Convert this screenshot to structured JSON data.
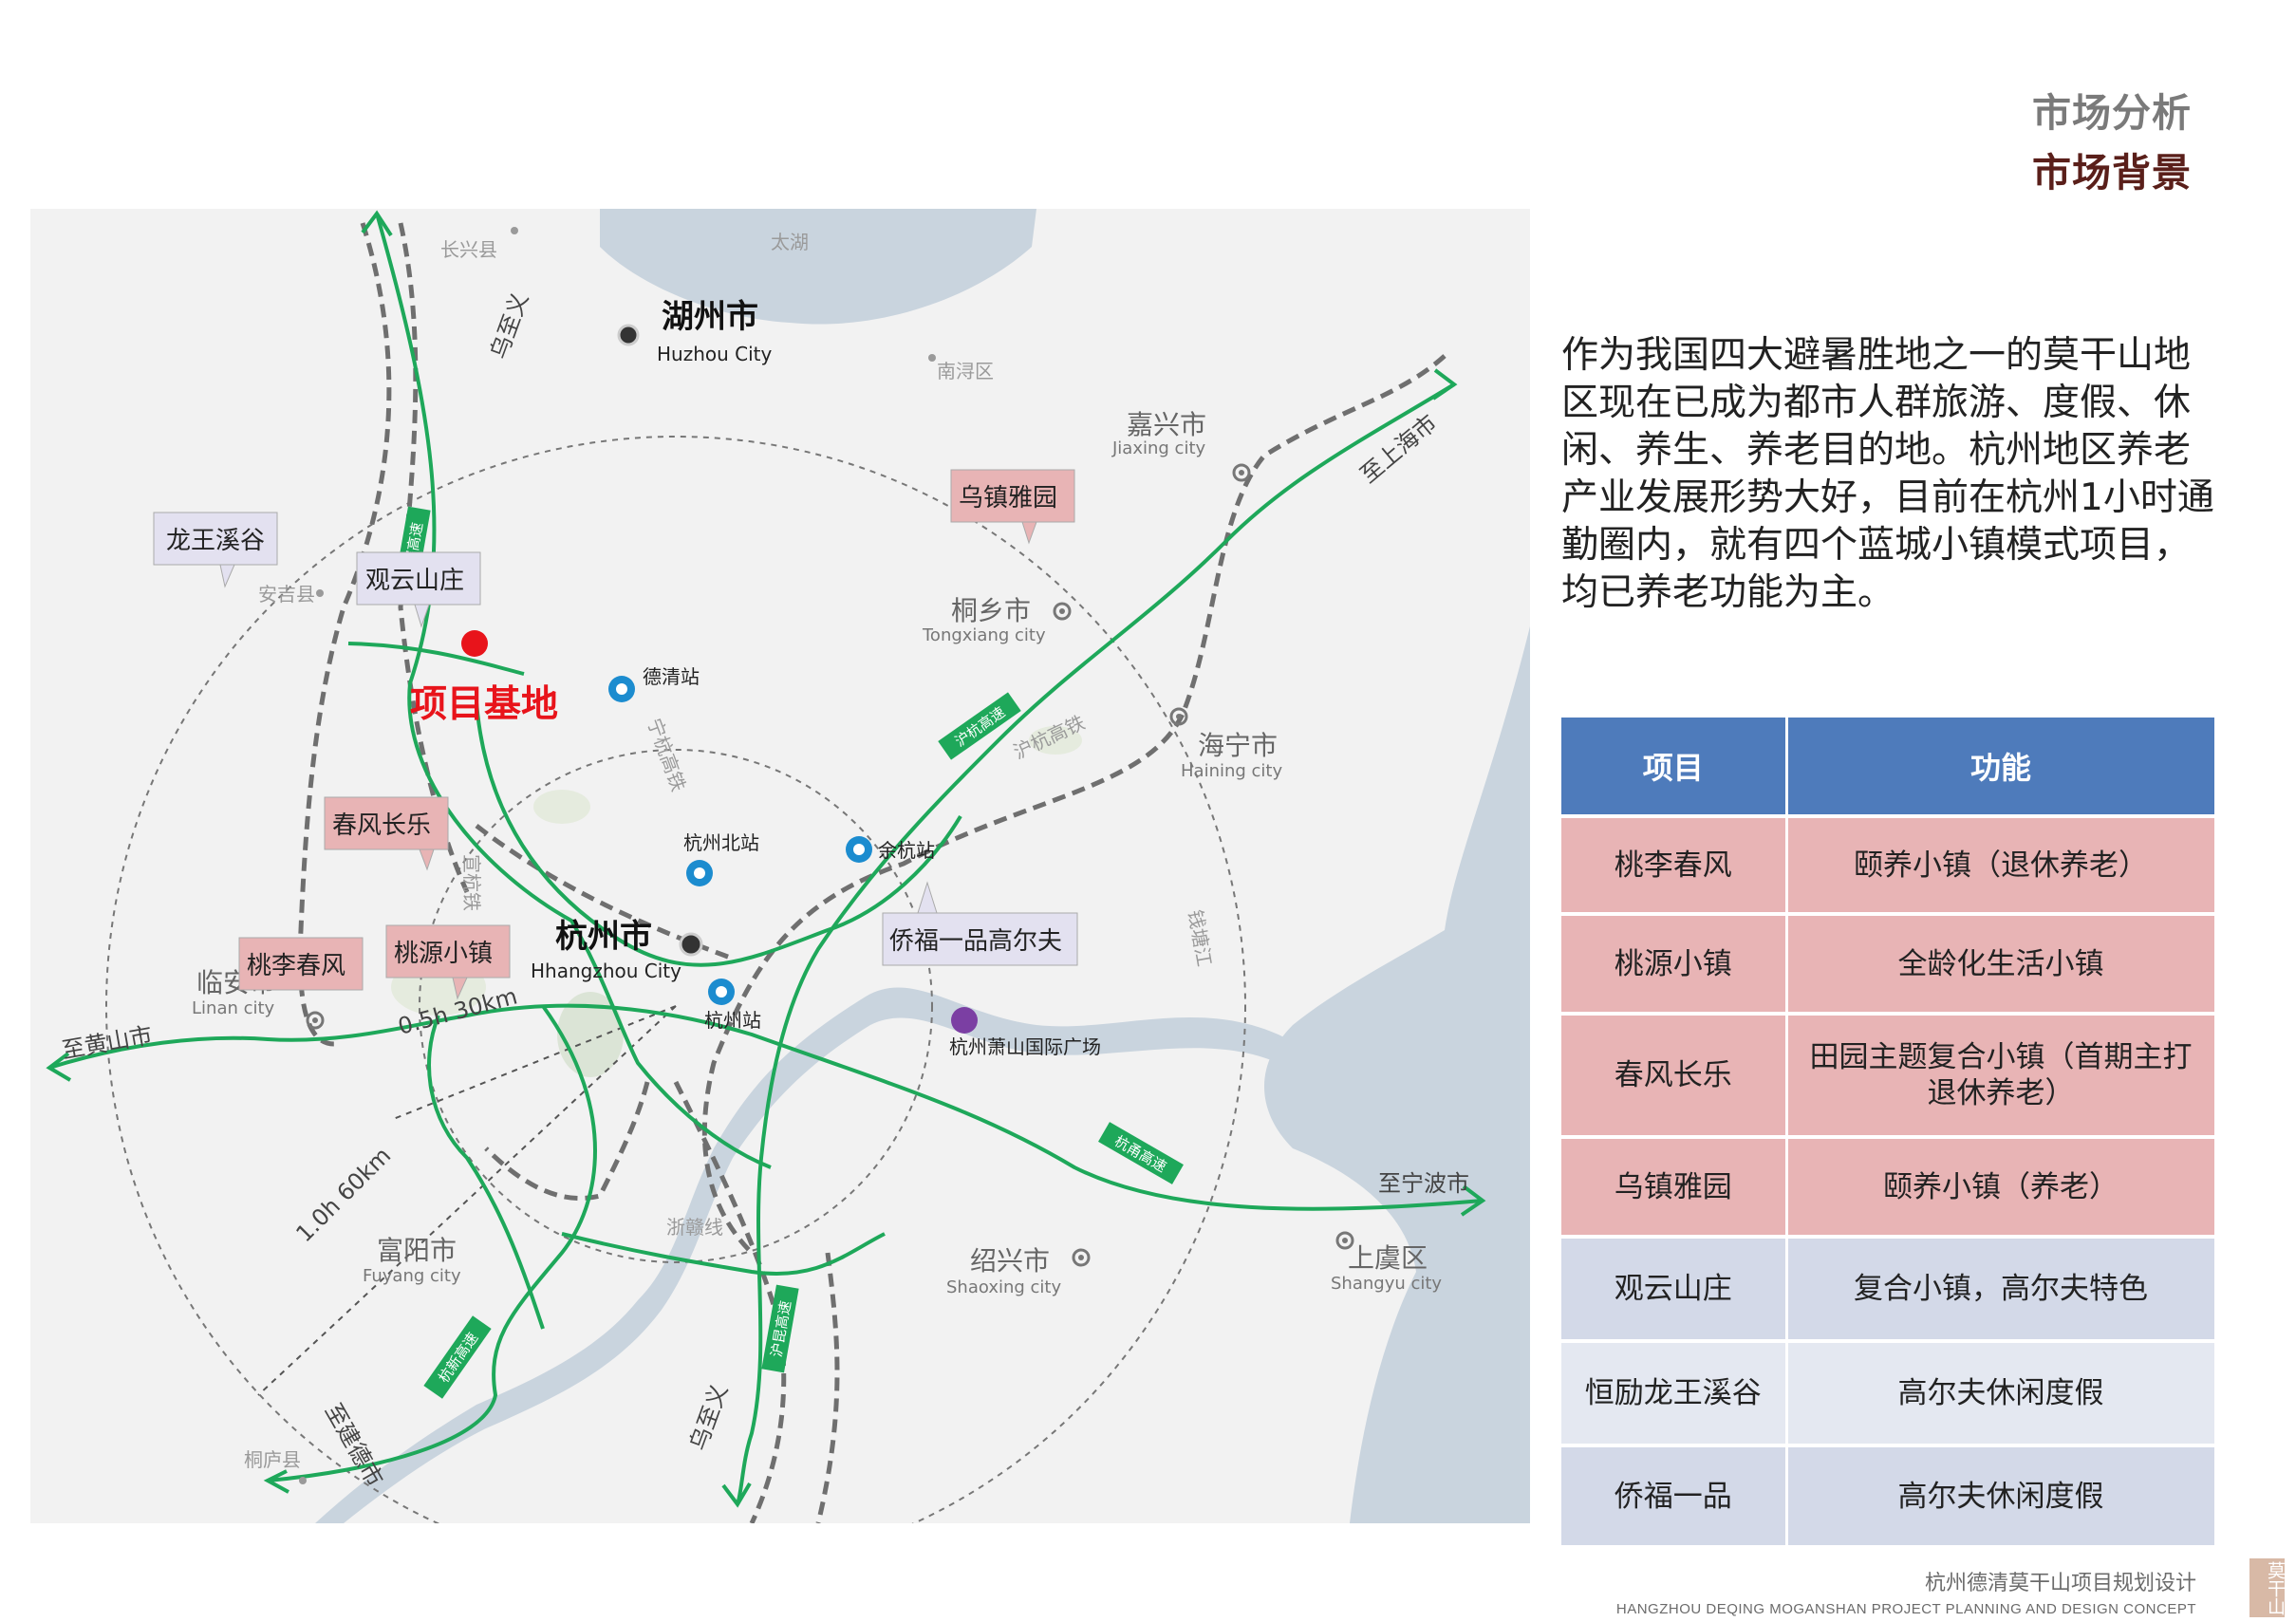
{
  "header": {
    "section": "市场分析",
    "subsection": "市场背景"
  },
  "paragraph": "作为我国四大避暑胜地之一的莫干山地区现在已成为都市人群旅游、度假、休闲、养生、养老目的地。杭州地区养老产业发展形势大好，目前在杭州1小时通勤圈内，就有四个蓝城小镇模式项目，均已养老功能为主。",
  "table": {
    "headers": [
      "项目",
      "功能"
    ],
    "rows": [
      {
        "name": "桃李春风",
        "func": "颐养小镇（退休养老）",
        "color": "#e8b4b5"
      },
      {
        "name": "桃源小镇",
        "func": "全龄化生活小镇",
        "color": "#e8b4b5"
      },
      {
        "name": "春风长乐",
        "func": "田园主题复合小镇（首期主打退休养老）",
        "color": "#e8b4b5"
      },
      {
        "name": "乌镇雅园",
        "func": "颐养小镇（养老）",
        "color": "#e8b4b5"
      },
      {
        "name": "观云山庄",
        "func": "复合小镇，高尔夫特色",
        "color": "#d3d9e8"
      },
      {
        "name": "恒励龙王溪谷",
        "func": "高尔夫休闲度假",
        "color": "#e4e8f1"
      },
      {
        "name": "侨福一品",
        "func": "高尔夫休闲度假",
        "color": "#d3d9e8"
      }
    ]
  },
  "map": {
    "cities": {
      "huzhou_cn": "湖州市",
      "huzhou_en": "Huzhou City",
      "hangzhou_cn": "杭州市",
      "hangzhou_en": "Hhangzhou City",
      "jiaxing_cn": "嘉兴市",
      "jiaxing_en": "Jiaxing city",
      "tongxiang_cn": "桐乡市",
      "tongxiang_en": "Tongxiang city",
      "haining_cn": "海宁市",
      "haining_en": "Haining city",
      "linan_cn": "临安市",
      "linan_en": "Linan city",
      "fuyang_cn": "富阳市",
      "fuyang_en": "Fuyang city",
      "shaoxing_cn": "绍兴市",
      "shaoxing_en": "Shaoxing city",
      "shangyu_cn": "上虞区",
      "shangyu_en": "Shangyu city"
    },
    "places": {
      "taihu": "太湖",
      "changxing": "长兴县",
      "nanxun": "南浔区",
      "anji": "安吉县",
      "tonglu": "桐庐县",
      "qiantang": "钱塘江"
    },
    "stations": {
      "deqing": "德清站",
      "hangzhou_north": "杭州北站",
      "yuhang": "余杭站",
      "hangzhou": "杭州站",
      "airport": "杭州萧山国际广场"
    },
    "roads": {
      "wu_zhi_yi_n": "乌至义",
      "wu_zhi_yi_s": "乌至义",
      "changshen": "长深高速",
      "ninghang_rail": "宁杭高铁",
      "huhang_exp": "沪杭高速",
      "huhang_rail": "沪杭高铁",
      "xuanhang_rail": "宣杭铁",
      "zhehan_rail": "浙赣线",
      "hangyong": "杭甬高速",
      "hukun": "沪昆高速",
      "hangxin": "杭新高速",
      "to_shanghai": "至上海市",
      "to_huangshan": "至黄山市",
      "to_ningbo": "至宁波市",
      "to_jiande": "至建德市"
    },
    "rings": {
      "inner": "0.5h 30km",
      "outer": "1.0h 60km"
    },
    "project_site": "项目基地",
    "callouts": {
      "longwang": "龙王溪谷",
      "guanyun": "观云山庄",
      "wuzhen": "乌镇雅园",
      "chunfeng": "春风长乐",
      "taoli": "桃李春风",
      "taoyuan": "桃源小镇",
      "qiaofu": "侨福一品高尔夫"
    },
    "colors": {
      "road_green": "#1ea85a",
      "rail_gray": "#6f6f6f",
      "site_red": "#e8141b",
      "callout_pink": "#e8b4b5",
      "callout_lilac": "#e3e1f0"
    }
  },
  "footer": {
    "title_cn": "杭州德清莫干山项目规划设计",
    "title_en": "HANGZHOU DEQING MOGANSHAN PROJECT PLANNING AND DESIGN CONCEPT",
    "seal": "莫干山"
  }
}
